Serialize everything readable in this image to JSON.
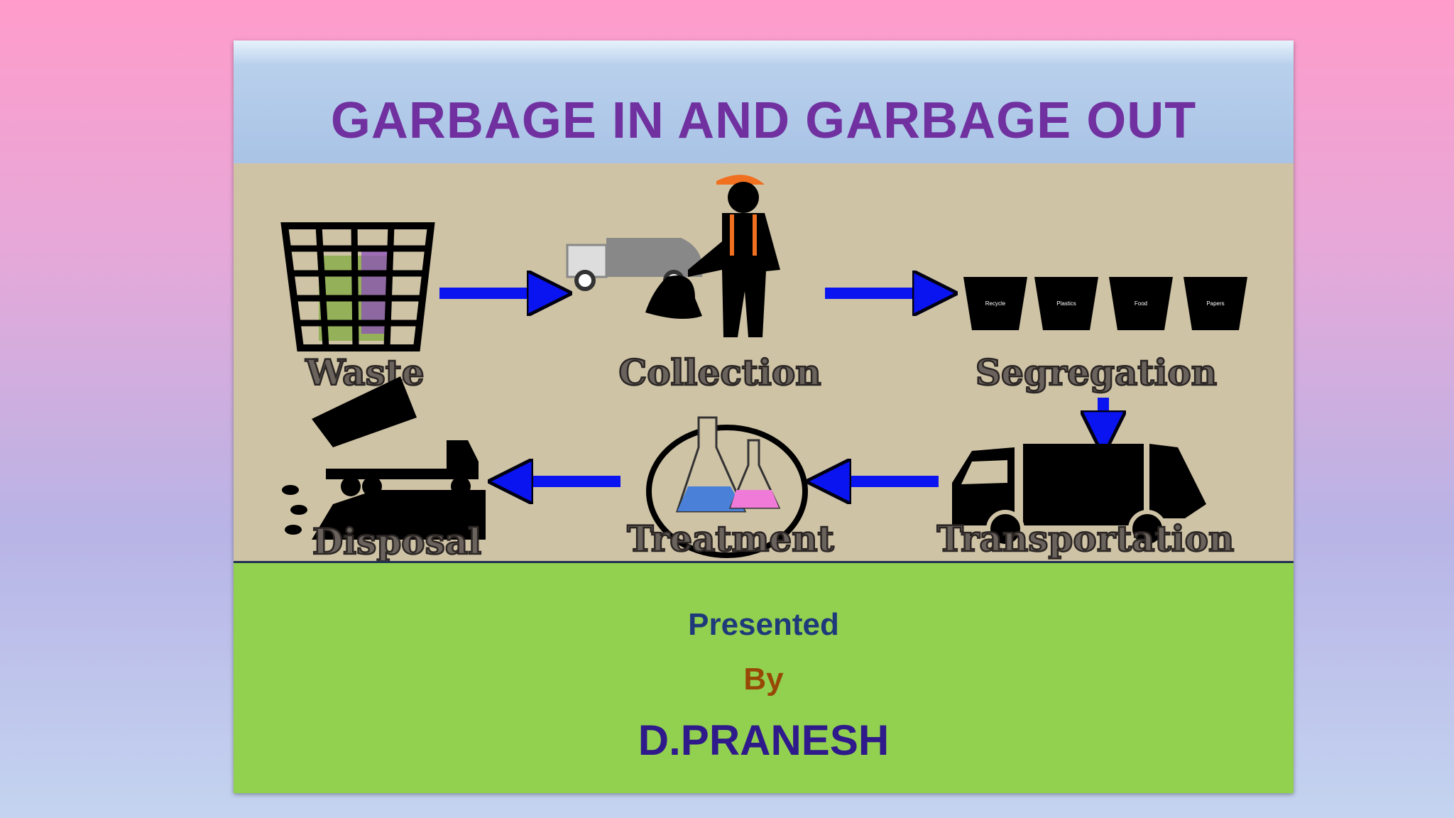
{
  "slide": {
    "title": "GARBAGE IN AND GARBAGE OUT",
    "diagram": {
      "steps": [
        "Waste",
        "Collection",
        "Segregation",
        "Transportation",
        "Treatment",
        "Disposal"
      ],
      "bins": [
        "Recycle",
        "Plastics",
        "Food",
        "Papers"
      ]
    },
    "presented": "Presented",
    "by": "By",
    "author": "D.PRANESH"
  },
  "colors": {
    "title": "#7030a0",
    "arrow": "#0a14f0",
    "green": "#92d050",
    "beige": "#cfc3a6"
  }
}
